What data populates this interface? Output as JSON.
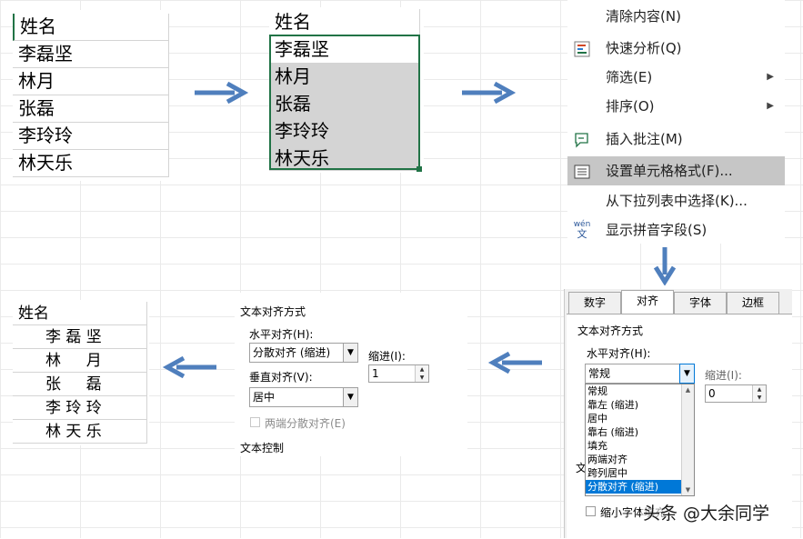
{
  "sheet1": {
    "header": "姓名",
    "names": [
      "李磊坚",
      "林月",
      "张磊",
      "李玲玲",
      "林天乐"
    ]
  },
  "sheet2": {
    "header": "姓名",
    "names": [
      "李磊坚",
      "林月",
      "张磊",
      "李玲玲",
      "林天乐"
    ]
  },
  "context_menu": {
    "items": [
      {
        "label": "清除内容(N)",
        "icon": "",
        "submenu": false,
        "highlighted": false
      },
      {
        "label": "快速分析(Q)",
        "icon": "quick-analysis-icon",
        "submenu": false,
        "highlighted": false
      },
      {
        "label": "筛选(E)",
        "icon": "",
        "submenu": true,
        "highlighted": false
      },
      {
        "label": "排序(O)",
        "icon": "",
        "submenu": true,
        "highlighted": false
      },
      {
        "label": "插入批注(M)",
        "icon": "insert-comment-icon",
        "submenu": false,
        "highlighted": false
      },
      {
        "label": "设置单元格格式(F)...",
        "icon": "format-cells-icon",
        "submenu": false,
        "highlighted": true
      },
      {
        "label": "从下拉列表中选择(K)...",
        "icon": "",
        "submenu": false,
        "highlighted": false
      },
      {
        "label": "显示拼音字段(S)",
        "icon": "phonetic-icon",
        "submenu": false,
        "highlighted": false
      }
    ],
    "submenu_glyph": "▶",
    "phonetic_icon_top": "wén",
    "phonetic_icon_bottom": "文"
  },
  "format_dialog": {
    "tabs": [
      "数字",
      "对齐",
      "字体",
      "边框"
    ],
    "active_tab": "对齐",
    "section_title": "文本对齐方式",
    "horizontal_label": "水平对齐(H):",
    "horizontal_value": "常规",
    "indent_label": "缩进(I):",
    "indent_value": "0",
    "options": [
      "常规",
      "靠左 (缩进)",
      "居中",
      "靠右 (缩进)",
      "填充",
      "两端对齐",
      "跨列居中",
      "分散对齐 (缩进)"
    ],
    "selected_option": "分散对齐 (缩进)",
    "partial_label": "文",
    "shrink_label": "缩小字体填充",
    "watermark": "头条 @大余同学"
  },
  "result_dialog": {
    "section_title": "文本对齐方式",
    "horizontal_label": "水平对齐(H):",
    "horizontal_value": "分散对齐 (缩进)",
    "indent_label": "缩进(I):",
    "indent_value": "1",
    "vertical_label": "垂直对齐(V):",
    "vertical_value": "居中",
    "justify_distributed_label": "两端分散对齐(E)",
    "text_control_label": "文本控制"
  },
  "sheet3": {
    "header": "姓名",
    "names": [
      "李 磊 坚",
      "林 　 月",
      "张 　 磊",
      "李 玲 玲",
      "林 天 乐"
    ]
  },
  "colors": {
    "arrow": "#4f7fbd",
    "selection_border": "#217346",
    "selected_fill": "#d4d4d4",
    "menu_highlight": "#c6c6c6",
    "list_selection": "#0078d7"
  }
}
